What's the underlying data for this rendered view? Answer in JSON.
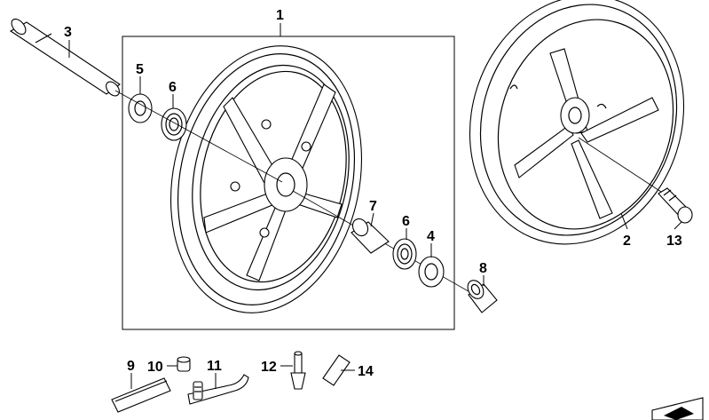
{
  "callouts": [
    {
      "id": "1",
      "label": "1"
    },
    {
      "id": "2",
      "label": "2"
    },
    {
      "id": "3",
      "label": "3"
    },
    {
      "id": "4",
      "label": "4"
    },
    {
      "id": "5",
      "label": "5"
    },
    {
      "id": "6a",
      "label": "6"
    },
    {
      "id": "6b",
      "label": "6"
    },
    {
      "id": "7",
      "label": "7"
    },
    {
      "id": "8",
      "label": "8"
    },
    {
      "id": "9",
      "label": "9"
    },
    {
      "id": "10",
      "label": "10"
    },
    {
      "id": "11",
      "label": "11"
    },
    {
      "id": "12",
      "label": "12"
    },
    {
      "id": "13",
      "label": "13"
    },
    {
      "id": "14",
      "label": "14"
    }
  ]
}
